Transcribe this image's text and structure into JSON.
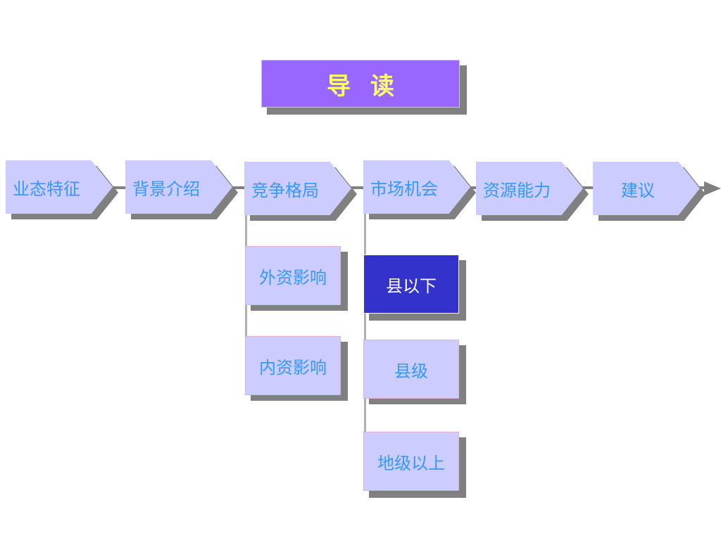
{
  "title": "导读",
  "chevrons": [
    {
      "label": "业态特征"
    },
    {
      "label": "背景介绍"
    },
    {
      "label": "竞争格局"
    },
    {
      "label": "市场机会"
    },
    {
      "label": "资源能力"
    },
    {
      "label": "建议"
    }
  ],
  "competition_children": [
    {
      "label": "外资影响"
    },
    {
      "label": "内资影响"
    }
  ],
  "market_children": [
    {
      "label": "县以下",
      "active": true
    },
    {
      "label": "县级"
    },
    {
      "label": "地级以上"
    }
  ],
  "colors": {
    "title_bg": "#9966ff",
    "title_text": "#ffff66",
    "shape_bg": "#ccccff",
    "label_text": "#3399ff",
    "active_bg": "#3333cc",
    "active_text": "#ffffff",
    "shadow": "#808080"
  }
}
